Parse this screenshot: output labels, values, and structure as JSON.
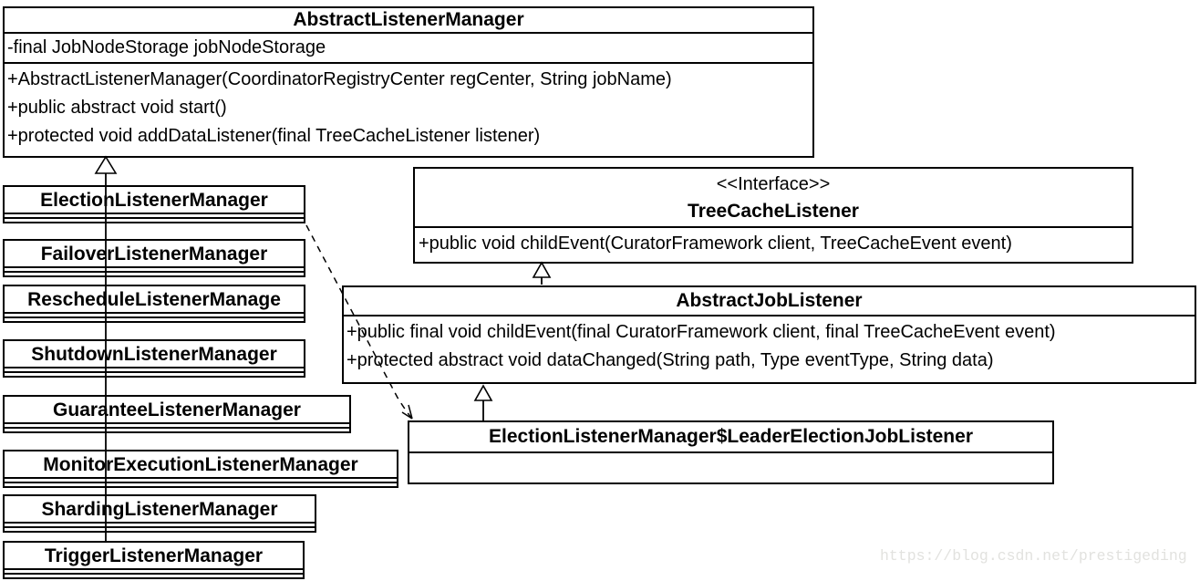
{
  "classes": {
    "abstract_listener_manager": {
      "title": "AbstractListenerManager",
      "attributes": [
        "-final JobNodeStorage jobNodeStorage"
      ],
      "methods": [
        "+AbstractListenerManager(CoordinatorRegistryCenter regCenter, String jobName)",
        "+public abstract void start()",
        "+protected void addDataListener(final TreeCacheListener listener)"
      ]
    },
    "tree_cache_listener": {
      "stereotype": "<<Interface>>",
      "title": "TreeCacheListener",
      "methods": [
        "+public void childEvent(CuratorFramework client, TreeCacheEvent event)"
      ]
    },
    "abstract_job_listener": {
      "title": "AbstractJobListener",
      "methods": [
        "+public final void childEvent(final CuratorFramework client, final TreeCacheEvent event)",
        "+protected abstract void dataChanged(String path, Type eventType, String data)"
      ]
    },
    "leader_election_job_listener": {
      "title": "ElectionListenerManager$LeaderElectionJobListener"
    },
    "subclasses": [
      {
        "title": "ElectionListenerManager"
      },
      {
        "title": "FailoverListenerManager"
      },
      {
        "title": "RescheduleListenerManage"
      },
      {
        "title": "ShutdownListenerManager"
      },
      {
        "title": "GuaranteeListenerManager"
      },
      {
        "title": "MonitorExecutionListenerManager"
      },
      {
        "title": "ShardingListenerManager"
      },
      {
        "title": "TriggerListenerManager"
      }
    ]
  },
  "watermark": "https://blog.csdn.net/prestigeding",
  "colors": {
    "line": "#000000",
    "background": "#ffffff",
    "watermark_text": "#e2e2df"
  }
}
